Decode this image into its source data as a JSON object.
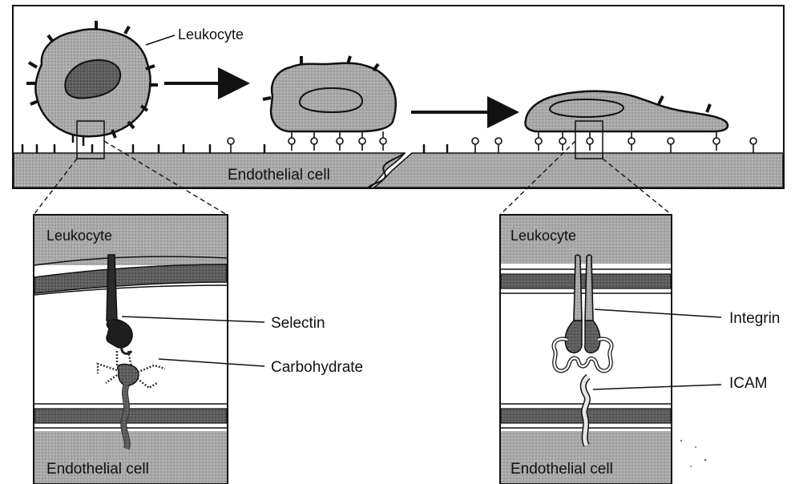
{
  "top_panel": {
    "leukocyte_label": "Leukocyte",
    "endothelial_label": "Endothelial cell"
  },
  "left_inset": {
    "top_label": "Leukocyte",
    "bottom_label": "Endothelial cell",
    "callouts": [
      "Selectin",
      "Carbohydrate"
    ]
  },
  "right_inset": {
    "top_label": "Leukocyte",
    "bottom_label": "Endothelial cell",
    "callouts": [
      "Integrin",
      "ICAM"
    ]
  },
  "colors": {
    "cell_fill": "#9a9a9a",
    "nucleus_fill": "#6e6e6e",
    "membrane_dark": "#4a4a4a",
    "surface_fill": "#a8a8a8",
    "line": "#111111"
  }
}
